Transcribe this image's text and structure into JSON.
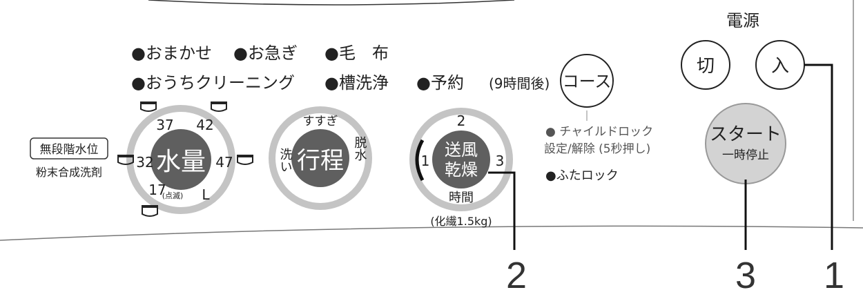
{
  "modes": {
    "row1": [
      "●おまかせ",
      "●お急ぎ",
      "●毛　布"
    ],
    "row2": [
      "●おうちクリーニング",
      "●槽洗浄",
      "●予約"
    ],
    "reservation_note": "(9時間後)"
  },
  "water_dial": {
    "center": "水量",
    "levels": [
      "32",
      "37",
      "42",
      "47",
      "17",
      "L"
    ],
    "blink_note": "(点滅)",
    "tag": "無段階水位",
    "detergent": "粉末合成洗剤"
  },
  "course_dial": {
    "center": "行程",
    "top": "すすぎ",
    "left": "洗い",
    "right": "脱水"
  },
  "dry_dial": {
    "center_line1": "送風",
    "center_line2": "乾燥",
    "top": "2",
    "left": "1",
    "right": "3",
    "bottom": "時間",
    "note": "(化繊1.5kg)"
  },
  "course_button": {
    "label": "コース"
  },
  "child_lock": {
    "line1": "● チャイルドロック",
    "line2": "設定/解除 (5秒押し)",
    "lid_lock": "●ふたロック"
  },
  "power": {
    "title": "電源",
    "off": "切",
    "on": "入"
  },
  "start_button": {
    "line1": "スタート",
    "line2": "一時停止"
  },
  "callouts": [
    "2",
    "3",
    "1"
  ],
  "colors": {
    "dial_center": "#5f5f5f",
    "dial_ring": "#c4c4c4",
    "start_fill": "#d3d3d3",
    "panel_line": "#777777"
  }
}
